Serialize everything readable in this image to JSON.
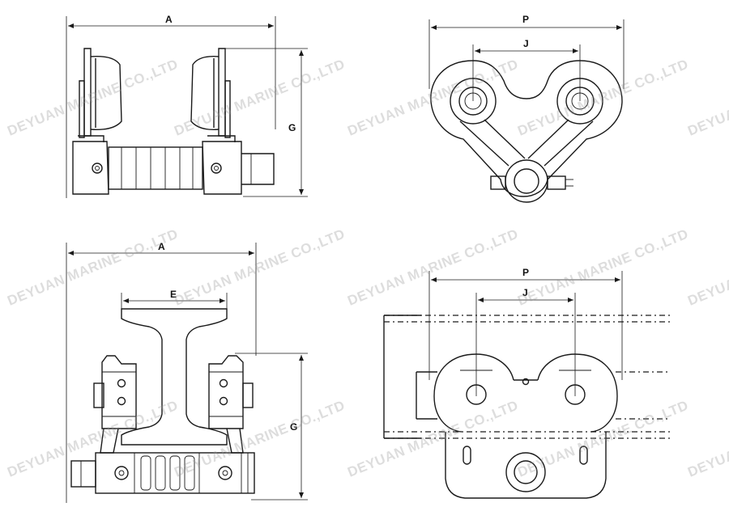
{
  "views": {
    "top_left": {
      "dim_width": "A",
      "dim_height": "G"
    },
    "top_right": {
      "dim_outer": "P",
      "dim_inner": "J"
    },
    "bottom_left": {
      "dim_width": "A",
      "dim_beam": "E",
      "dim_height": "G"
    },
    "bottom_right": {
      "dim_outer": "P",
      "dim_inner": "J"
    }
  },
  "watermark": "DEYUAN MARINE CO.,LTD",
  "colors": {
    "line": "#1a1a1a",
    "background": "#ffffff",
    "watermark": "#969696"
  }
}
